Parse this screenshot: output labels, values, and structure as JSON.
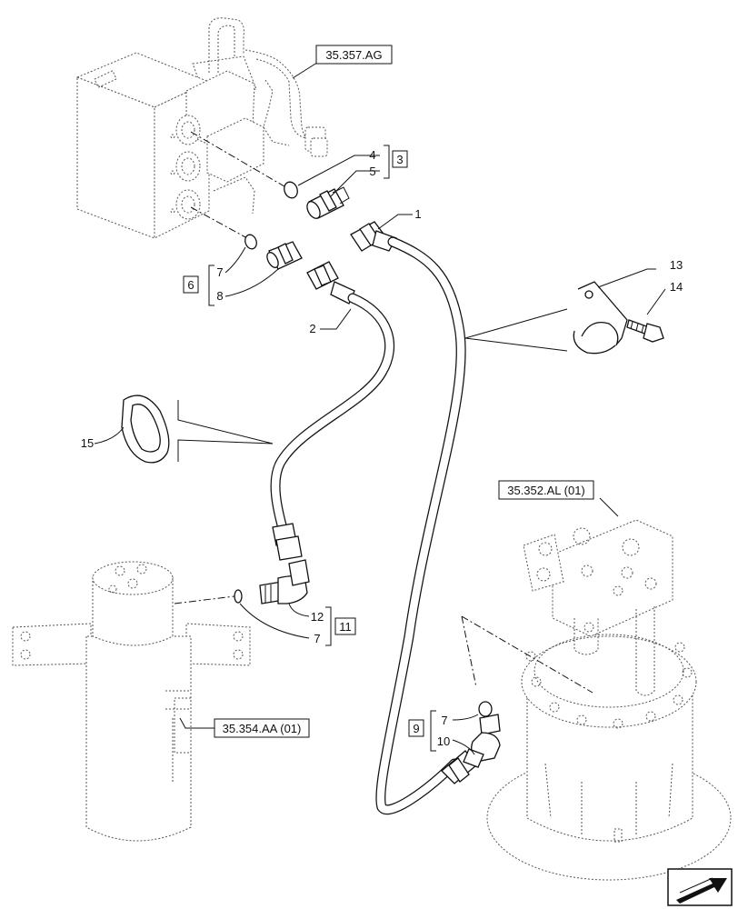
{
  "references": {
    "ref_top": "35.357.AG",
    "ref_motor": "35.352.AL (01)",
    "ref_swivel": "35.354.AA (01)"
  },
  "callouts": {
    "c1": "1",
    "c2": "2",
    "c4": "4",
    "c5": "5",
    "c7a": "7",
    "c8": "8",
    "c12": "12",
    "c7b": "7",
    "c7c": "7",
    "c10": "10",
    "c13": "13",
    "c14": "14",
    "c15": "15"
  },
  "kits": {
    "k3": "3",
    "k6": "6",
    "k11": "11",
    "k9": "9"
  },
  "icons": {
    "nav": "arrow-next-page-icon"
  }
}
